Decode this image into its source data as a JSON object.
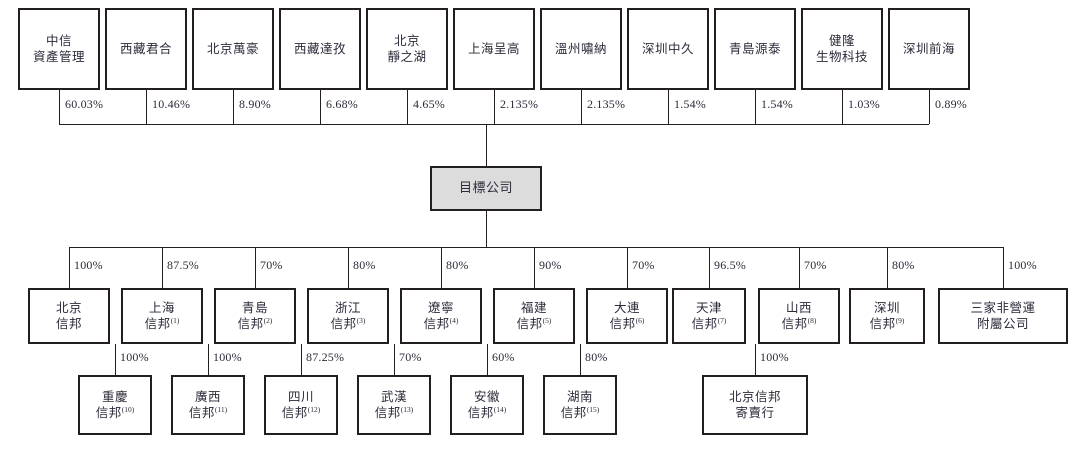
{
  "diagram": {
    "title": "Shareholding and group structure chart",
    "target": {
      "label": "目標公司"
    },
    "colors": {
      "line": "#231f20",
      "box_border": "#231f20",
      "target_fill": "#dcdcdc",
      "text": "#2b2b3a",
      "background": "#ffffff"
    },
    "shareholders": [
      {
        "name": "中信\n資產管理",
        "line1": "中信",
        "line2": "資產管理",
        "pct": "60.03%"
      },
      {
        "name": "西藏君合",
        "line1": "西藏君合",
        "line2": "",
        "pct": "10.46%"
      },
      {
        "name": "北京萬豪",
        "line1": "北京萬豪",
        "line2": "",
        "pct": "8.90%"
      },
      {
        "name": "西藏達孜",
        "line1": "西藏達孜",
        "line2": "",
        "pct": "6.68%"
      },
      {
        "name": "北京\n靜之湖",
        "line1": "北京",
        "line2": "靜之湖",
        "pct": "4.65%"
      },
      {
        "name": "上海呈高",
        "line1": "上海呈高",
        "line2": "",
        "pct": "2.135%"
      },
      {
        "name": "溫州嘯納",
        "line1": "溫州嘯納",
        "line2": "",
        "pct": "2.135%"
      },
      {
        "name": "深圳中久",
        "line1": "深圳中久",
        "line2": "",
        "pct": "1.54%"
      },
      {
        "name": "青島源泰",
        "line1": "青島源泰",
        "line2": "",
        "pct": "1.54%"
      },
      {
        "name": "健隆\n生物科技",
        "line1": "健隆",
        "line2": "生物科技",
        "pct": "1.03%"
      },
      {
        "name": "深圳前海",
        "line1": "深圳前海",
        "line2": "",
        "pct": "0.89%"
      }
    ],
    "subsidiaries": [
      {
        "line1": "北京",
        "line2": "信邦",
        "sup": "",
        "pct": "100%"
      },
      {
        "line1": "上海",
        "line2": "信邦",
        "sup": "(1)",
        "pct": "87.5%"
      },
      {
        "line1": "青島",
        "line2": "信邦",
        "sup": "(2)",
        "pct": "70%"
      },
      {
        "line1": "浙江",
        "line2": "信邦",
        "sup": "(3)",
        "pct": "80%"
      },
      {
        "line1": "遼寧",
        "line2": "信邦",
        "sup": "(4)",
        "pct": "80%"
      },
      {
        "line1": "福建",
        "line2": "信邦",
        "sup": "(5)",
        "pct": "90%"
      },
      {
        "line1": "大連",
        "line2": "信邦",
        "sup": "(6)",
        "pct": "70%"
      },
      {
        "line1": "天津",
        "line2": "信邦",
        "sup": "(7)",
        "pct": "96.5%"
      },
      {
        "line1": "山西",
        "line2": "信邦",
        "sup": "(8)",
        "pct": "70%"
      },
      {
        "line1": "深圳",
        "line2": "信邦",
        "sup": "(9)",
        "pct": "80%"
      },
      {
        "line1": "三家非營運",
        "line2": "附屬公司",
        "sup": "",
        "pct": "100%"
      }
    ],
    "sub_subsidiaries": [
      {
        "line1": "重慶",
        "line2": "信邦",
        "sup": "(10)",
        "pct": "100%",
        "parent_index": 1
      },
      {
        "line1": "廣西",
        "line2": "信邦",
        "sup": "(11)",
        "pct": "100%",
        "parent_index": 2
      },
      {
        "line1": "四川",
        "line2": "信邦",
        "sup": "(12)",
        "pct": "87.25%",
        "parent_index": 3
      },
      {
        "line1": "武漢",
        "line2": "信邦",
        "sup": "(13)",
        "pct": "70%",
        "parent_index": 4
      },
      {
        "line1": "安徽",
        "line2": "信邦",
        "sup": "(14)",
        "pct": "60%",
        "parent_index": 5
      },
      {
        "line1": "湖南",
        "line2": "信邦",
        "sup": "(15)",
        "pct": "80%",
        "parent_index": 6
      },
      {
        "line1": "北京信邦",
        "line2": "寄賣行",
        "sup": "",
        "pct": "100%",
        "parent_index": 8
      }
    ]
  }
}
